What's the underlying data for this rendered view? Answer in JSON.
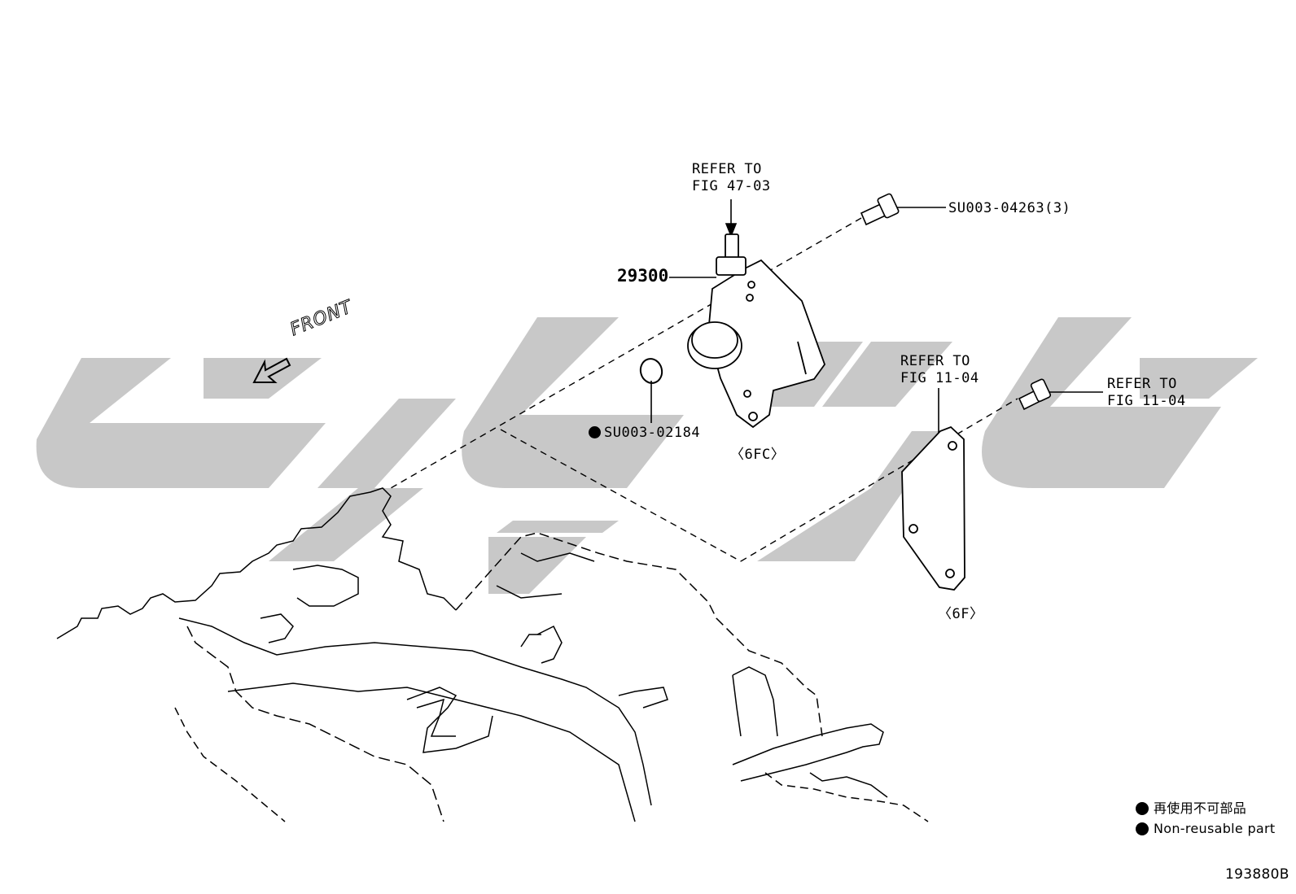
{
  "watermark": {
    "color": "#c8c8c8"
  },
  "callouts": {
    "refer_top": [
      "REFER TO",
      "FIG 47-03"
    ],
    "bolt_top": "SU003-04263(3)",
    "pump": "29300",
    "oring": "SU003-02184",
    "pump_code": "〈6FC〉",
    "refer_mid": [
      "REFER TO",
      "FIG 11-04"
    ],
    "refer_right": [
      "REFER TO",
      "FIG 11-04"
    ],
    "plate_code": "〈6F〉",
    "front": "FRONT"
  },
  "legend": {
    "jp": "再使用不可部品",
    "en": "Non-reusable part"
  },
  "figure_id": "193880B"
}
